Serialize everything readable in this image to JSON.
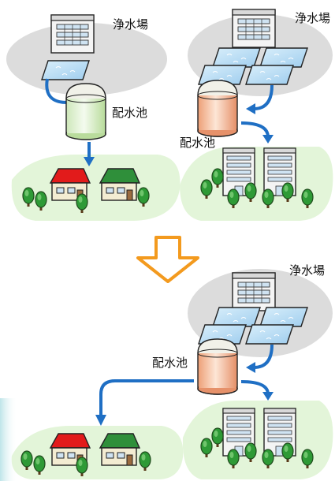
{
  "colors": {
    "plate": "#dcdcdc",
    "ground": "#e3f5d9",
    "water_pipe": "#1f6fc4",
    "transition_arrow": "#f39a1e",
    "tank_green": "#d6ecc4",
    "tank_orange": "#f2b48e",
    "roof_red": "#e21b1b",
    "roof_green": "#2f8f3a",
    "pool": "#bfe0f6",
    "tree": "#2e9a36"
  },
  "icons": [
    "plant-building-icon",
    "filtration-pool-icon",
    "reservoir-tank-icon",
    "house-icon",
    "apartment-building-icon",
    "tree-icon",
    "down-arrow-icon"
  ],
  "labels": {
    "top_left_plant": "浄水場",
    "top_left_reservoir": "配水池",
    "top_right_plant": "浄水場",
    "top_right_reservoir": "配水池",
    "bottom_plant": "浄水場",
    "bottom_reservoir": "配水池"
  }
}
